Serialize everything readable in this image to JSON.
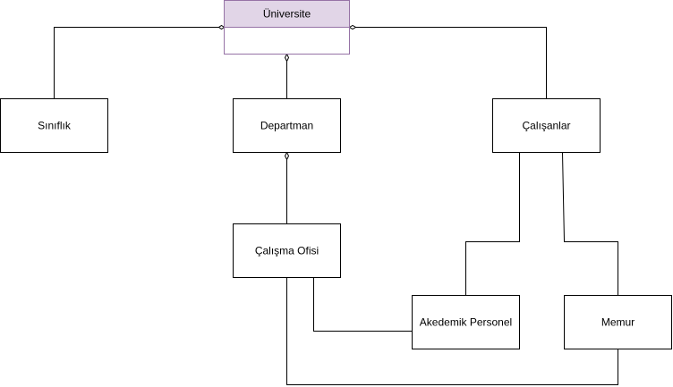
{
  "colors": {
    "class_header_fill": "#e1d5e7",
    "class_border": "#9673a6",
    "line": "#000000",
    "box_fill": "#ffffff"
  },
  "nodes": {
    "universite": {
      "label": "Üniversite"
    },
    "siniflik": {
      "label": "Sınıflık"
    },
    "departman": {
      "label": "Departman"
    },
    "calisanlar": {
      "label": "Çalışanlar"
    },
    "calisma_ofisi": {
      "label": "Çalışma Ofisi"
    },
    "akademik_personel": {
      "label": "Akedemik Personel"
    },
    "memur": {
      "label": "Memur"
    }
  },
  "edges": [
    {
      "from": "universite",
      "to": "siniflik",
      "type": "aggregation"
    },
    {
      "from": "universite",
      "to": "departman",
      "type": "aggregation"
    },
    {
      "from": "universite",
      "to": "calisanlar",
      "type": "aggregation"
    },
    {
      "from": "departman",
      "to": "calisma_ofisi",
      "type": "aggregation"
    },
    {
      "from": "calisanlar",
      "to": "akademik_personel",
      "type": "association"
    },
    {
      "from": "calisanlar",
      "to": "memur",
      "type": "association"
    },
    {
      "from": "calisma_ofisi",
      "to": "akademik_personel",
      "type": "association"
    },
    {
      "from": "calisma_ofisi",
      "to": "memur",
      "type": "association"
    }
  ]
}
